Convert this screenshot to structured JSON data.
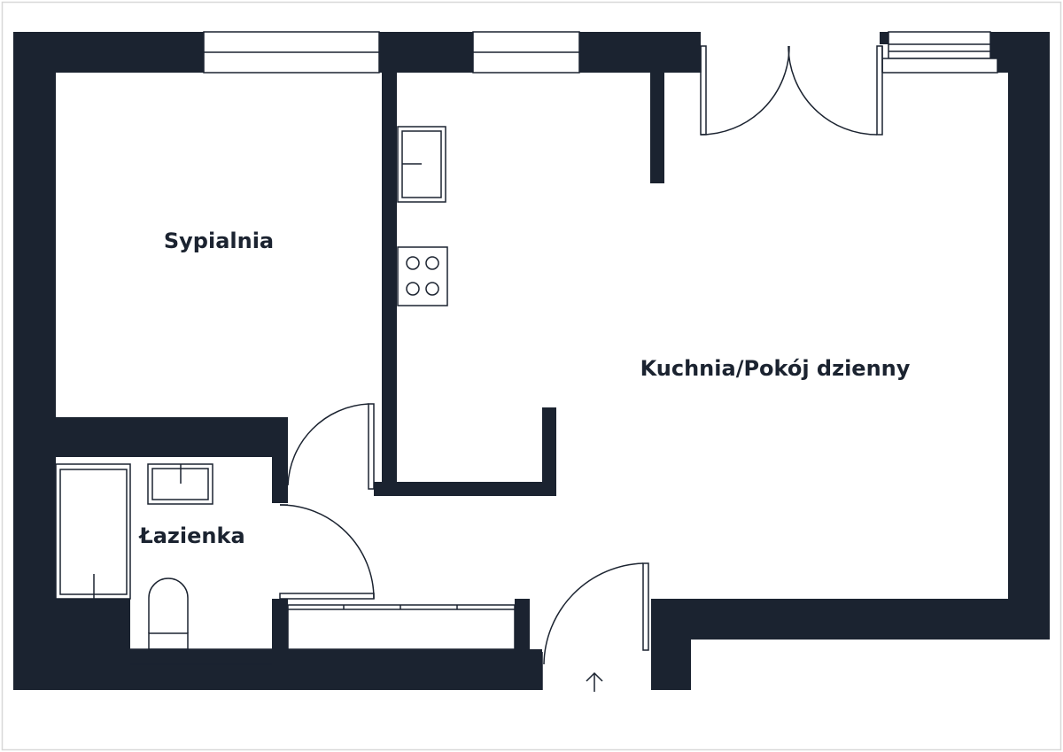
{
  "rooms": [
    {
      "id": "sypialnia",
      "label": "Sypialnia"
    },
    {
      "id": "kuchnia",
      "label": "Kuchnia/Pokój dzienny"
    },
    {
      "id": "lazienka",
      "label": "Łazienka"
    }
  ],
  "colors": {
    "wall": "#1b2330",
    "line": "#1b2330",
    "background": "#ffffff",
    "frame": "#d8d8d8"
  },
  "icons": {
    "entrance": "entrance-arrow-icon",
    "cooktop": "cooktop-icon",
    "sink": "sink-icon",
    "toilet": "toilet-icon",
    "bathtub": "bathtub-icon"
  }
}
